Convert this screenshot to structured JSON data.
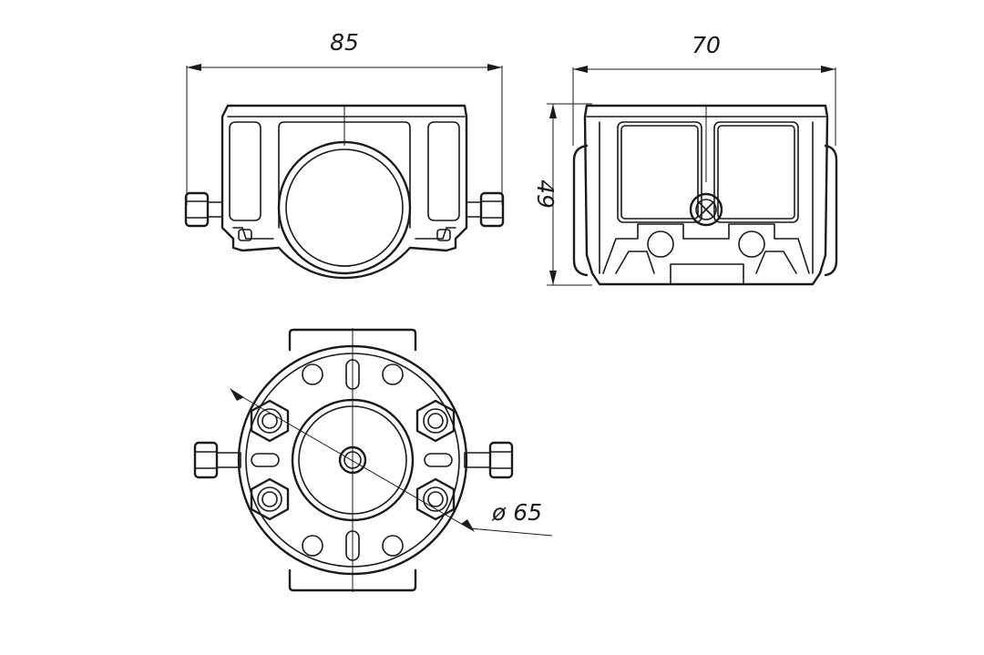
{
  "dimensions": {
    "width_front": "85",
    "width_side": "70",
    "height": "49",
    "diameter": "ø 65"
  },
  "colors": {
    "line": "#1a1a1a",
    "background": "#ffffff"
  }
}
